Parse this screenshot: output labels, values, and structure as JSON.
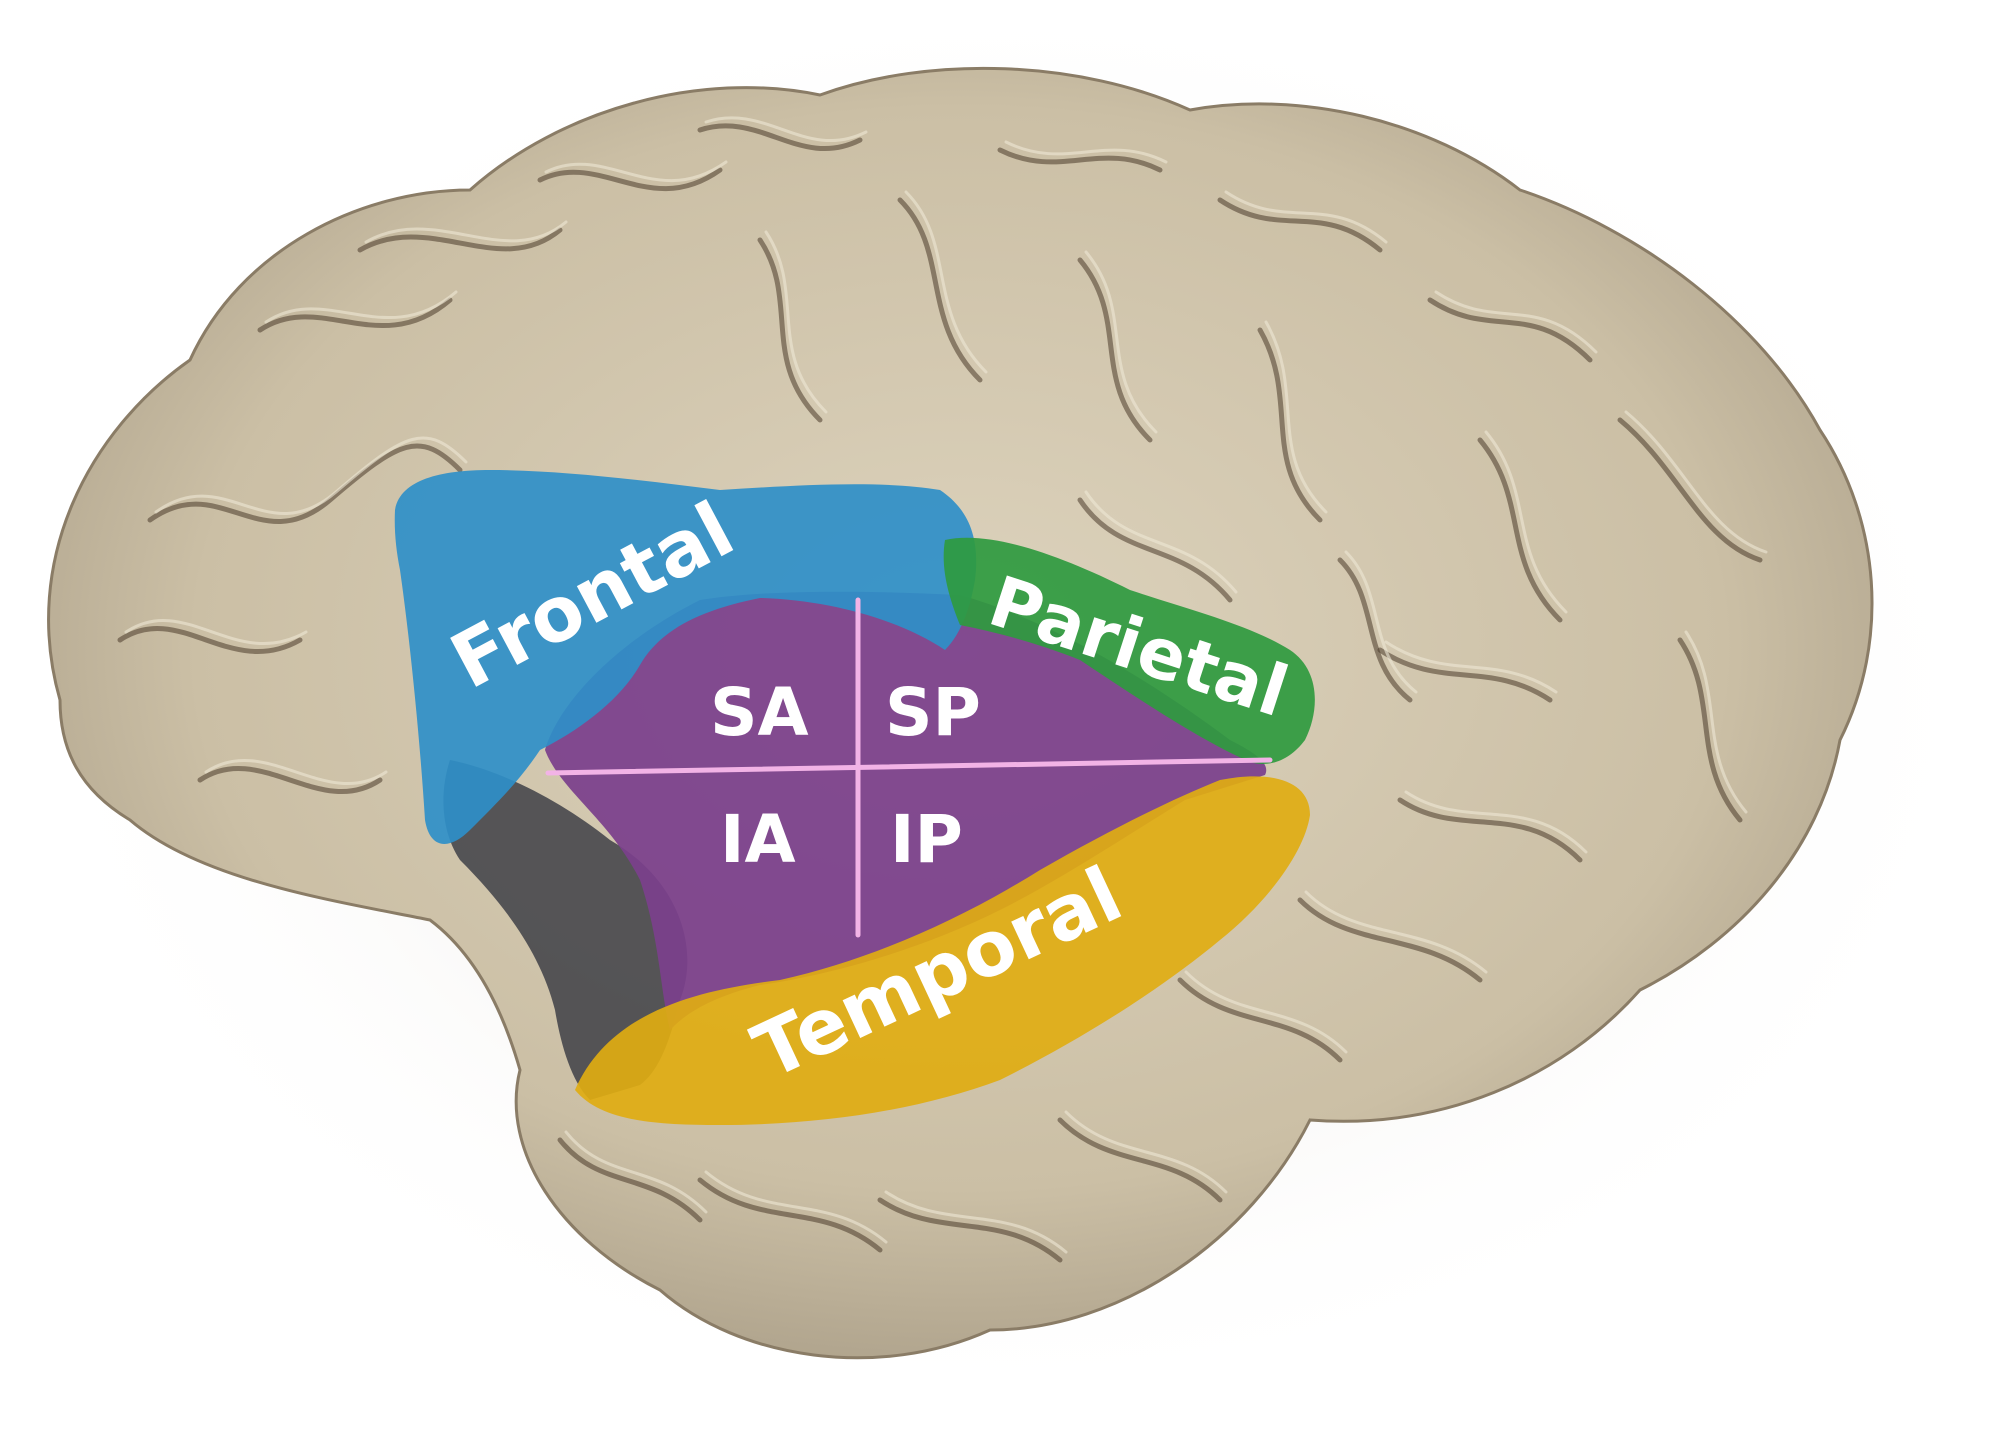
{
  "regions": {
    "frontal": {
      "label": "Frontal",
      "color": "#2f8fc8"
    },
    "parietal": {
      "label": "Parietal",
      "color": "#2f9a3f"
    },
    "temporal": {
      "label": "Temporal",
      "color": "#e0ad12"
    },
    "insula": {
      "color": "#7b3f8c"
    },
    "opercular_dark": {
      "color": "#4a4a4e"
    }
  },
  "quadrants": {
    "sa": "SA",
    "sp": "SP",
    "ia": "IA",
    "ip": "IP",
    "divider_color": "#f2b3e6"
  },
  "brain": {
    "fill": "#cfc3aa",
    "sulcus_color": "#4a3a2a"
  }
}
